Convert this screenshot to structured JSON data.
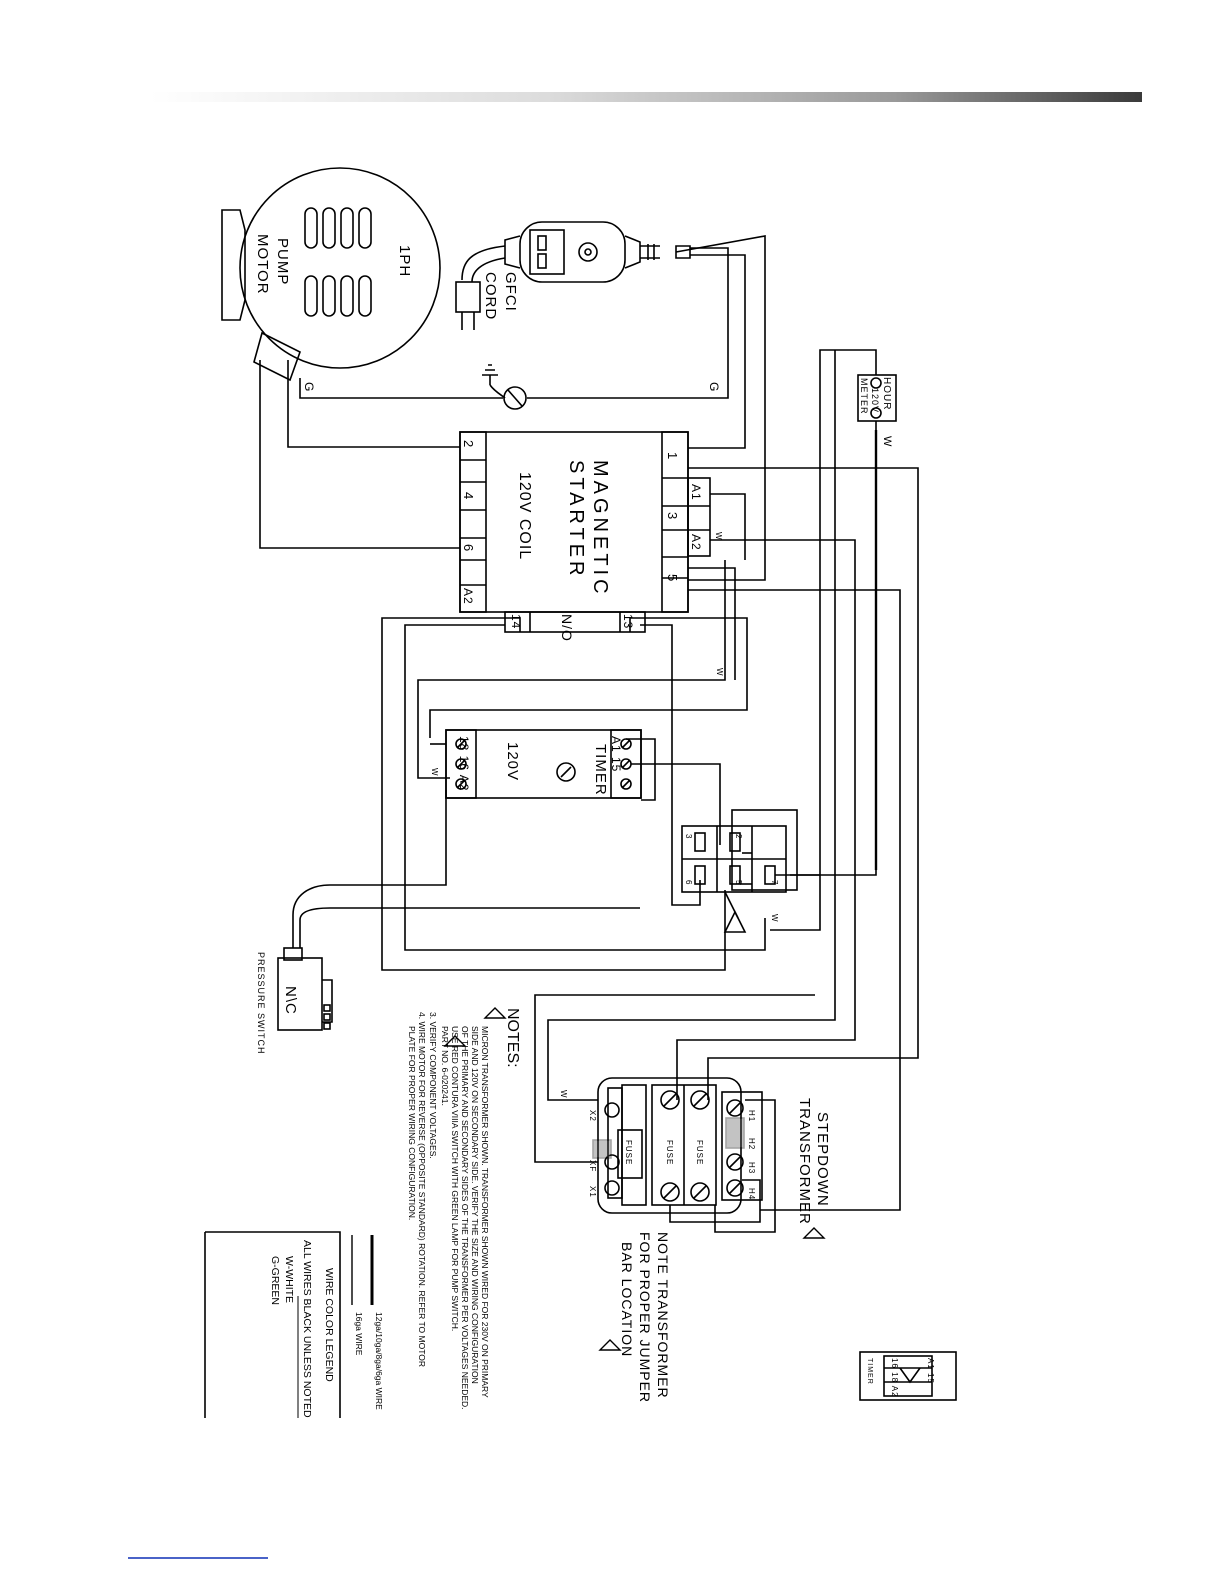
{
  "labels": {
    "motor_l1": "1PH",
    "motor_l2": "PUMP",
    "motor_l3": "MOTOR",
    "gfci_l1": "GFCI",
    "gfci_l2": "CORD",
    "ground_g": "G",
    "starter_l1": "MAGNETIC",
    "starter_l2": "STARTER",
    "starter_coil": "120V COIL",
    "starter_no": "N/O",
    "t1": "1",
    "tA1": "A1",
    "t3": "3",
    "tA2": "A2",
    "t5": "5",
    "t2": "2",
    "t4": "4",
    "t6": "6",
    "tA2b": "A2",
    "t14": "14",
    "t13": "13",
    "hour_l1": "HOUR",
    "hour_l2": "120V",
    "hour_l3": "METER",
    "wire_w": "W",
    "timer_title": "TIMER",
    "timer_120v": "120V",
    "timer_top": "A1 15",
    "timer_bottom": "18 16 A2",
    "pressure_nc": "N\\C",
    "pressure_label": "PRESSURE SWITCH",
    "pb2": "2",
    "pb3": "3",
    "pb5": "5",
    "pb6": "6",
    "pb7": "7",
    "transformer_l1": "STEPDOWN",
    "transformer_l2": "TRANSFORMER",
    "x2": "X2",
    "xf": "XF",
    "x1": "X1",
    "h1": "H1",
    "h2": "H2",
    "h3": "H3",
    "h4": "H4",
    "fuse": "FUSE",
    "note_tx_l1": "NOTE TRANSFORMER",
    "note_tx_l2": "FOR PROPER JUMPER",
    "note_tx_l3": "BAR LOCATION",
    "mini_top": "A1 15",
    "mini_bottom": "16 18 A2",
    "mini_label": "TIMER"
  },
  "notes": {
    "title": "NOTES:",
    "lines": [
      "MICRON TRANSFORMER SHOWN. TRANSFORMER SHOWN WIRED FOR 230V ON PRIMARY",
      "SIDE AND 120V ON SECONDARY SIDE. VERIFY THE SIZE AND WIRING CONFIGURATION",
      "OF THE PRIMARY AND SECONDARY SIDES OF THE TRANSFORMER PER VOLTAGES NEEDED.",
      "USE RED CONTURA VIIIA SWITCH WITH GREEN LAMP FOR PUMP SWITCH.",
      "PART NO. 6-020241.",
      "3.  VERIFY COMPONENT VOLTAGES.",
      "4.  WIRE MOTOR FOR REVERSE (OPPOSITE STANDARD) ROTATION. REFER TO MOTOR",
      "PLATE FOR PROPER WIRING CONFIGURATION."
    ]
  },
  "wire_gauge": {
    "heavy": "12ga/10ga/8ga/6ga WIRE",
    "light": "16ga WIRE"
  },
  "legend": {
    "title": "WIRE COLOR LEGEND",
    "line1": "ALL WIRES BLACK UNLESS NOTED",
    "line2": "W-WHITE",
    "line3": "G-GREEN"
  }
}
